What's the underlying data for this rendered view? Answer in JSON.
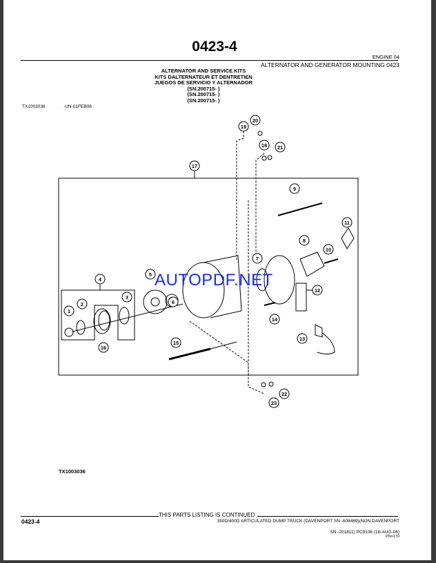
{
  "page_number": "0423-4",
  "header": {
    "section": "ENGINE   04",
    "group": "ALTERNATOR AND GENERATOR MOUNTING 0423"
  },
  "titles": [
    "ALTERNATOR AND SERVICE KITS",
    "KITS DALTERNATEUR ET DENTRETIEN",
    "JUEGOS DE SERVICIO Y ALTERNADOR"
  ],
  "serials": [
    "(SN.200715-      )",
    "(SN.200715-      )",
    "(SN.200715-      )"
  ],
  "illustration_ref": "TX1003036",
  "illustration_date": "-UN-01FEB06",
  "diagram_caption": "TX1003036",
  "callouts": [
    "1",
    "2",
    "3",
    "4",
    "5",
    "6",
    "7",
    "8",
    "9",
    "10",
    "11",
    "12",
    "13",
    "14",
    "15",
    "16",
    "17",
    "18",
    "19",
    "20",
    "21",
    "22",
    "23"
  ],
  "watermark": "AUTOPDF.NET",
  "footer": {
    "continued": "THIS PARTS LISTING IS CONTINUED",
    "page_number": "0423-4",
    "machine": "350D/400D ARTICULATED DUMP TRUCK (DAVENPORT SN -608489)(NON DAVENPORT",
    "line2": "SN   -201811)   PC9106   (18-AUG-06)",
    "pn": "PN=170"
  }
}
